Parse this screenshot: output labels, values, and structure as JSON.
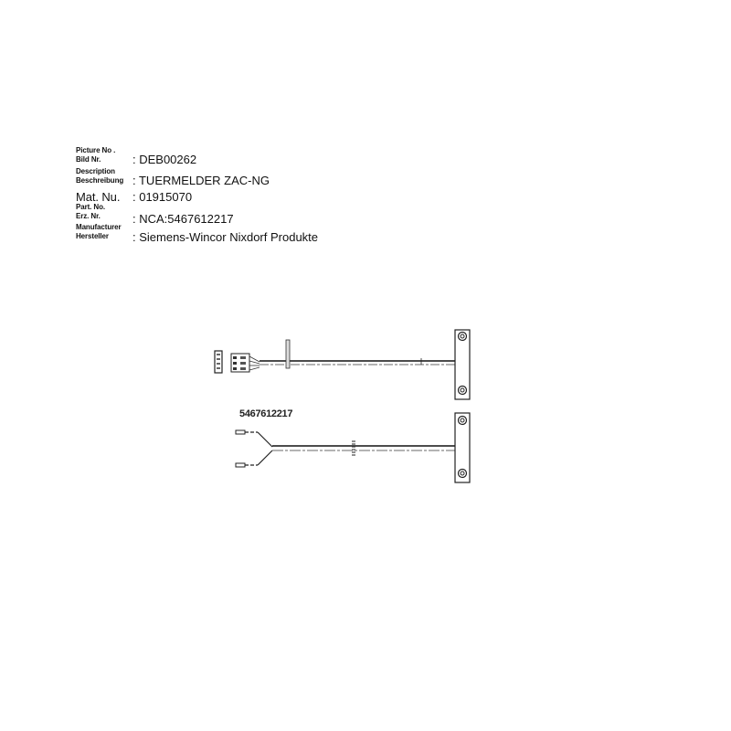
{
  "info_block": {
    "picture_no": {
      "label_en": "Picture No .",
      "label_de": "Bild Nr.",
      "value": ": DEB00262"
    },
    "description": {
      "label_en": "Description",
      "label_de": "Beschreibung",
      "value": ": TUERMELDER ZAC-NG"
    },
    "mat_nu": {
      "label": "Mat. Nu.",
      "value": ": 01915070"
    },
    "part_no": {
      "label_en": "Part. No.",
      "label_de": "Erz. Nr.",
      "value": ": NCA:5467612217"
    },
    "manufacturer": {
      "label_en": "Manufacturer",
      "label_de": "Hersteller",
      "value": ": Siemens-Wincor Nixdorf Produkte"
    }
  },
  "drawing": {
    "part_number_label": "5467612217",
    "components": [
      "connector-housing",
      "connector-plug",
      "cable-top",
      "mounting-tab",
      "mounting-bracket-top",
      "cable-bottom",
      "wire-leads",
      "mounting-bracket-bottom"
    ]
  }
}
